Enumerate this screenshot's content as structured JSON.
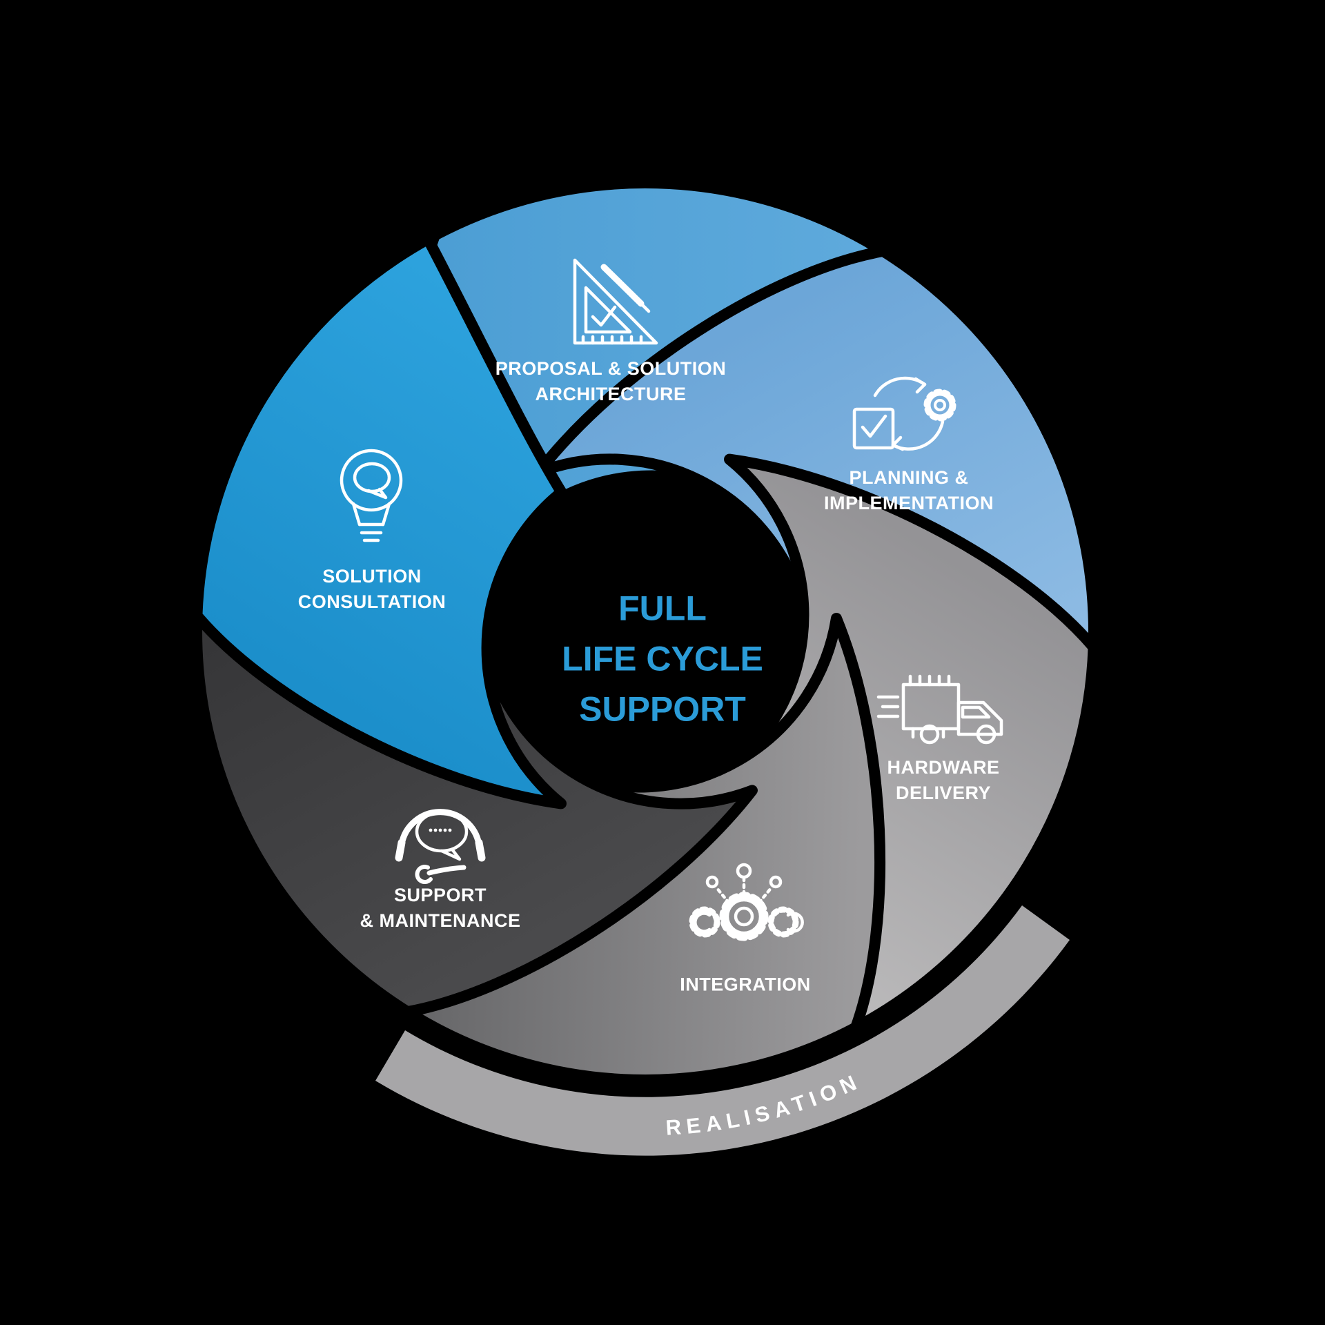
{
  "title": {
    "lines": [
      "FULL",
      "LIFE CYCLE",
      "SUPPORT"
    ],
    "color": "#2B9CD8"
  },
  "arc_label": {
    "text": "REALISATION",
    "color": "#FFFFFF",
    "band_color": "#A7A6A8"
  },
  "segments": [
    {
      "id": "proposal-solution-architecture",
      "lines": [
        "PROPOSAL & SOLUTION",
        "ARCHITECTURE"
      ],
      "icon": "set-square-pencil-icon",
      "gradient": [
        "#4C9ED4",
        "#5FAADC"
      ]
    },
    {
      "id": "planning-implementation",
      "lines": [
        "PLANNING &",
        "IMPLEMENTATION"
      ],
      "icon": "checkbox-gear-cycle-icon",
      "gradient": [
        "#6CA6D8",
        "#8FBCE4"
      ]
    },
    {
      "id": "hardware-delivery",
      "lines": [
        "HARDWARE",
        "DELIVERY"
      ],
      "icon": "chip-truck-icon",
      "gradient": [
        "#949396",
        "#BBBABB"
      ]
    },
    {
      "id": "integration",
      "lines": [
        "INTEGRATION",
        ""
      ],
      "icon": "gears-network-icon",
      "gradient": [
        "#9C9B9D",
        "#666668"
      ]
    },
    {
      "id": "support-maintenance",
      "lines": [
        "SUPPORT",
        "& MAINTENANCE"
      ],
      "icon": "headset-chat-wrench-icon",
      "gradient": [
        "#4A4A4C",
        "#353537"
      ]
    },
    {
      "id": "solution-consultation",
      "lines": [
        "SOLUTION",
        "CONSULTATION"
      ],
      "icon": "lightbulb-chat-icon",
      "gradient": [
        "#1C8FCB",
        "#2EA3DE"
      ]
    }
  ],
  "colors": {
    "background": "#000000",
    "label_text": "#FFFFFF"
  }
}
